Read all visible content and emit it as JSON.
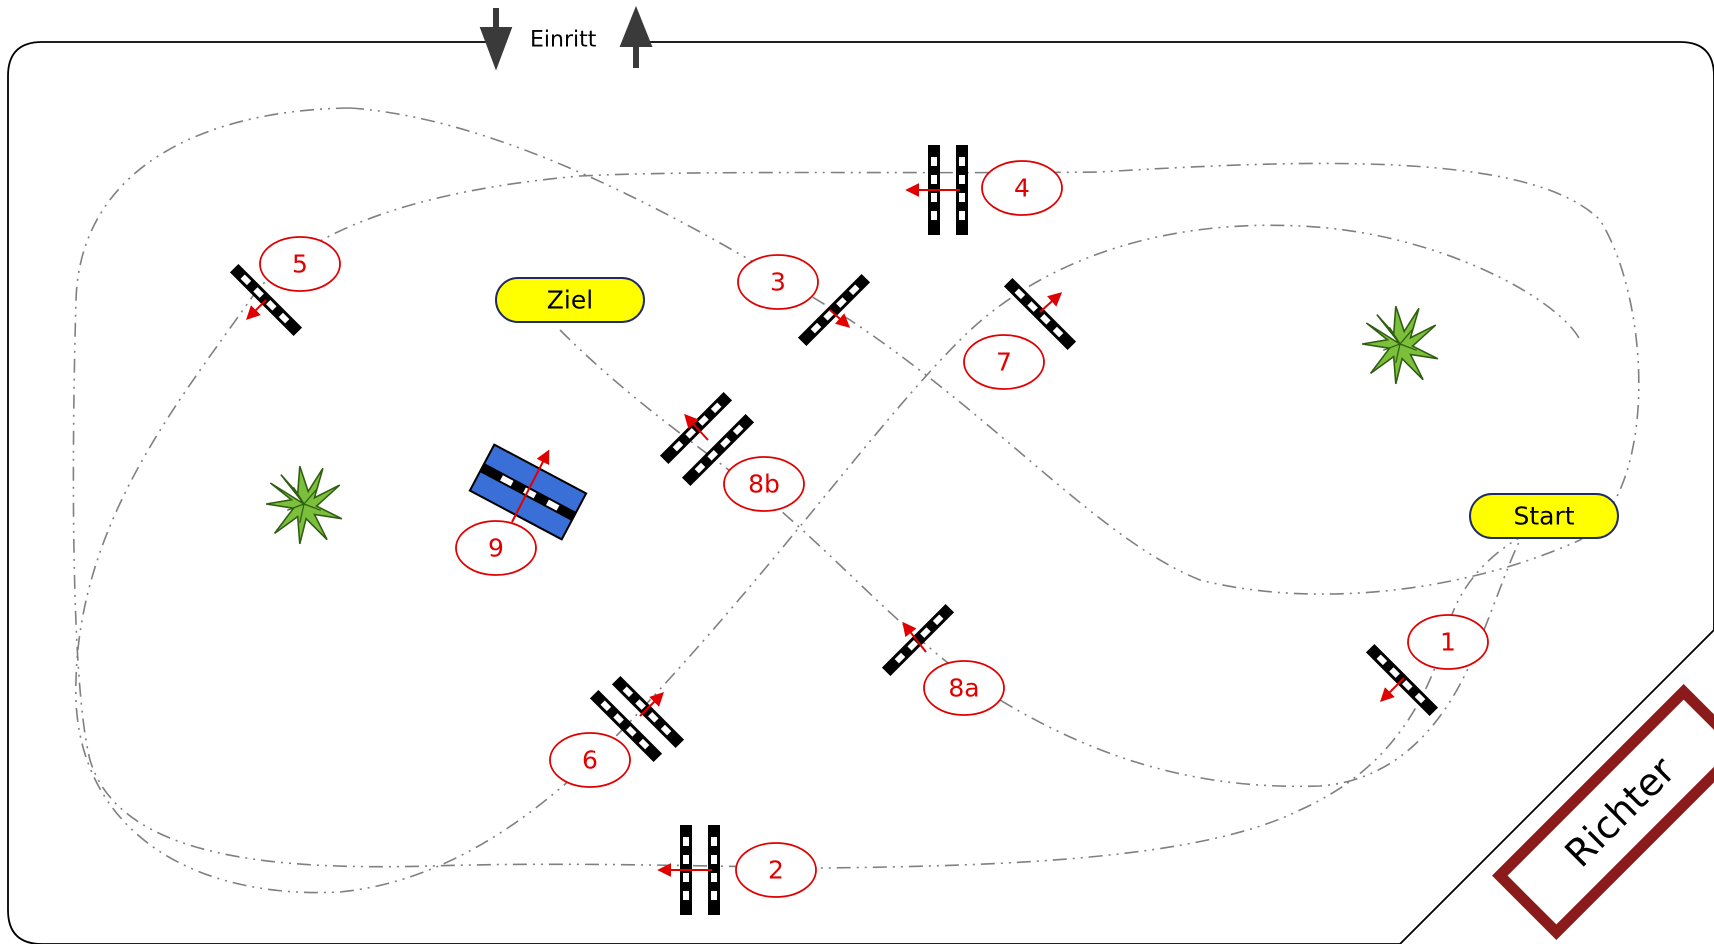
{
  "header": {
    "entry_label": "Einritt"
  },
  "markers": {
    "start": "Start",
    "finish": "Ziel"
  },
  "judge": {
    "label": "Richter"
  },
  "obstacles": [
    "1",
    "2",
    "3",
    "4",
    "5",
    "6",
    "7",
    "8a",
    "8b",
    "9"
  ],
  "colors": {
    "obstacle_number": "#e00000",
    "marker_fill": "#ffff00",
    "marker_border": "#1f2a66",
    "path": "#808080",
    "judge_box": "#8b1a1a",
    "platform": "#3a6fd8",
    "plant": "#7bbf3a"
  }
}
